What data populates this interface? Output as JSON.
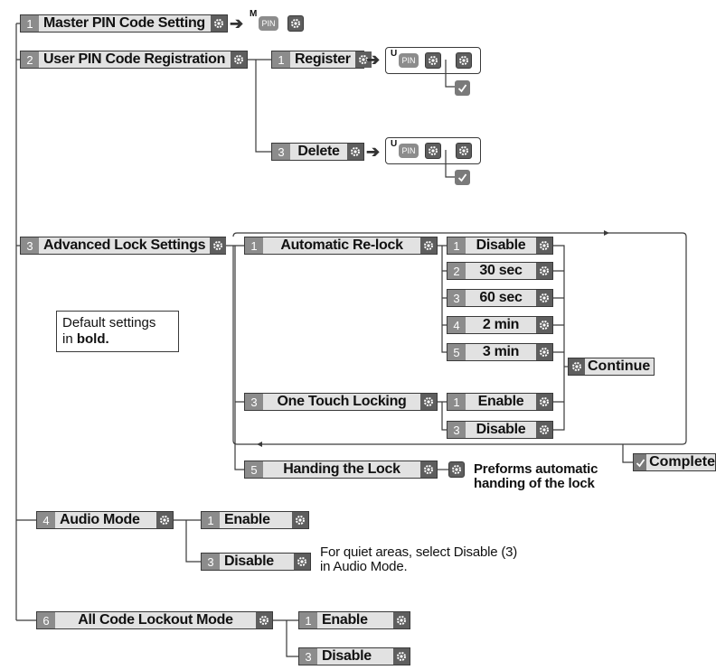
{
  "menu": {
    "master": {
      "num": "1",
      "label": "Master PIN Code Setting",
      "prefix": "M",
      "pin": "PIN"
    },
    "user_reg": {
      "num": "2",
      "label": "User PIN Code Registration"
    },
    "register": {
      "num": "1",
      "label": "Register",
      "prefix": "U",
      "pin": "PIN"
    },
    "delete": {
      "num": "3",
      "label": "Delete",
      "prefix": "U",
      "pin": "PIN"
    },
    "advanced": {
      "num": "3",
      "label": "Advanced Lock Settings"
    },
    "relock": {
      "num": "1",
      "label": "Automatic Re-lock",
      "options": [
        {
          "num": "1",
          "label": "Disable"
        },
        {
          "num": "2",
          "label": "30 sec"
        },
        {
          "num": "3",
          "label": "60 sec"
        },
        {
          "num": "4",
          "label": "2 min"
        },
        {
          "num": "5",
          "label": "3 min"
        }
      ]
    },
    "onetouch": {
      "num": "3",
      "label": "One Touch Locking",
      "options": [
        {
          "num": "1",
          "label": "Enable"
        },
        {
          "num": "3",
          "label": "Disable"
        }
      ]
    },
    "continue_label": "Continue",
    "handing": {
      "num": "5",
      "label": "Handing the Lock",
      "note_line1": "Preforms automatic",
      "note_line2": "handing of the lock"
    },
    "complete_label": "Complete",
    "audio": {
      "num": "4",
      "label": "Audio Mode",
      "enable": {
        "num": "1",
        "label": "Enable"
      },
      "disable": {
        "num": "3",
        "label": "Disable"
      },
      "note_line1": "For quiet areas, select Disable (3)",
      "note_line2": "in  Audio Mode."
    },
    "lockout": {
      "num": "6",
      "label": "All Code Lockout Mode",
      "enable": {
        "num": "1",
        "label": "Enable"
      },
      "disable": {
        "num": "3",
        "label": "Disable"
      }
    }
  },
  "legend": {
    "line1": "Default settings",
    "line2_prefix": "in ",
    "line2_bold": "bold."
  },
  "colors": {
    "number_bg": "#8c8c8c",
    "label_bg": "#e2e2e2",
    "gear_bg": "#5e5e5e",
    "line": "#3a3a3a"
  }
}
